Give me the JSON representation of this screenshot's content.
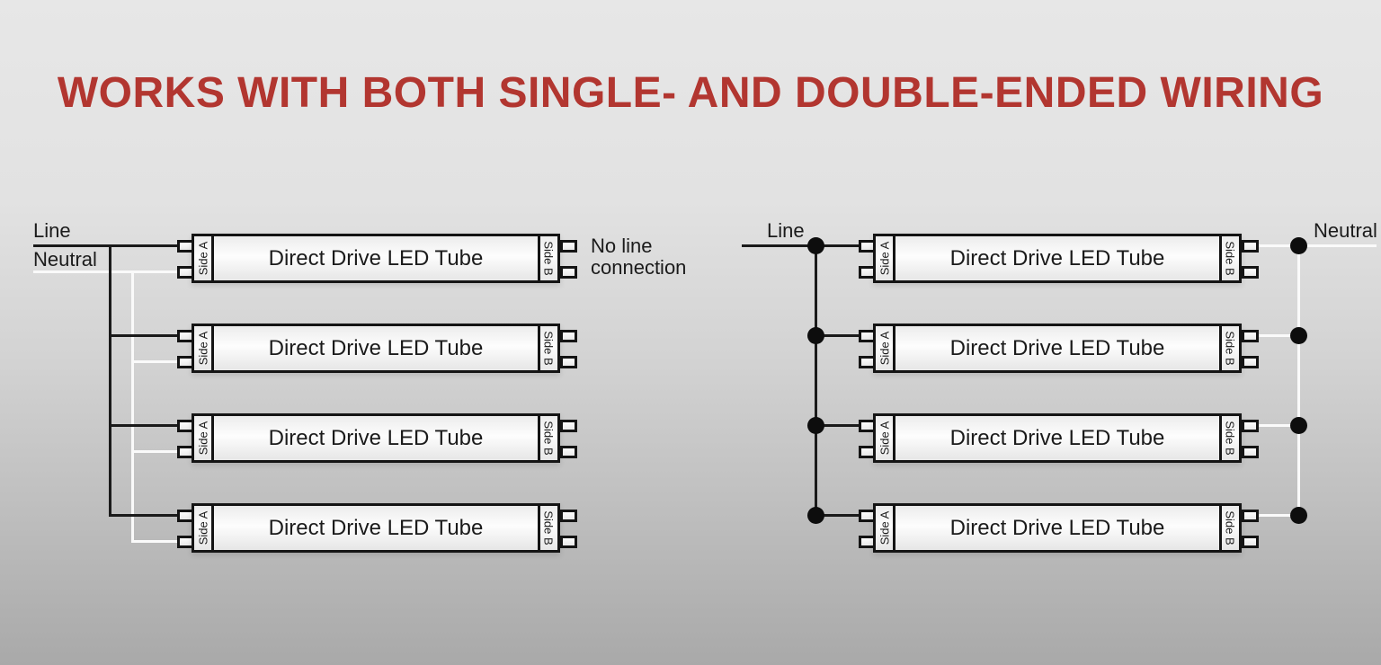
{
  "title": "WORKS WITH BOTH SINGLE- AND DOUBLE-ENDED WIRING",
  "colors": {
    "title_color": "#b23630",
    "text": "#1b1b1b",
    "wire_line": "#1a1a1a",
    "wire_neutral": "#fafafa",
    "junction_dot": "#0d0d0d",
    "tube_border": "#141414",
    "background_top": "#e7e7e7",
    "background_bottom": "#a9a9a9"
  },
  "tube": {
    "side_a": "Side A",
    "side_b": "Side B",
    "label": "Direct Drive LED Tube"
  },
  "left_diagram": {
    "line_label": "Line",
    "neutral_label": "Neutral",
    "note": "No line\nconnection"
  },
  "right_diagram": {
    "line_label": "Line",
    "neutral_label": "Neutral"
  }
}
